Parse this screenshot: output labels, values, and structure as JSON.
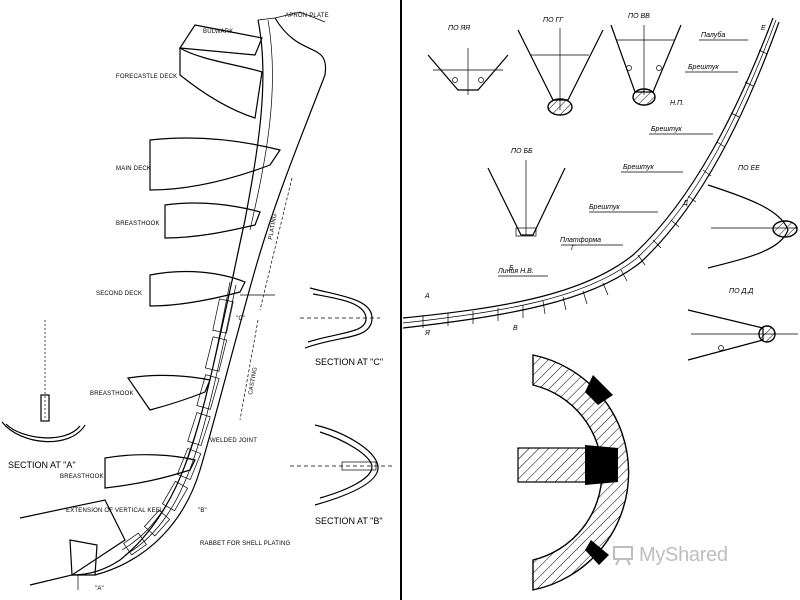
{
  "left": {
    "labels": {
      "bulwark": "BULWARK",
      "apron_plate": "APRON\nPLATE",
      "forecastle_deck": "FORECASTLE DECK",
      "main_deck": "MAIN DECK",
      "breasthook_1": "BREASTHOOK",
      "second_deck": "SECOND DECK",
      "breasthook_2": "BREASTHOOK",
      "breasthook_3": "BREASTHOOK",
      "extension": "EXTENSION OF\nVERTICAL KEEL",
      "welded_joint": "WELDED JOINT",
      "rabbet": "RABBET FOR\nSHELL PLATING",
      "plating": "PLATING",
      "casting": "CASTING",
      "marker_c": "\"C\"",
      "marker_b": "\"B\"",
      "marker_a": "\"A\""
    },
    "sections": {
      "a": "SECTION AT \"A\"",
      "b": "SECTION AT \"B\"",
      "c": "SECTION AT \"C\""
    }
  },
  "right": {
    "sections": {
      "yaya": "ПО ЯЯ",
      "gg": "ПО ГГ",
      "vv": "ПО ВВ",
      "bb": "ПО ББ",
      "ee": "ПО ЕЕ",
      "dd": "ПО Д,Д"
    },
    "labels": {
      "palub": "Палуба",
      "breshtuk_1": "Брештук",
      "np": "Н.П.",
      "breshtuk_2": "Брештук",
      "breshtuk_3": "Брештук",
      "breshtuk_4": "Брештук",
      "platforma": "Платформа",
      "liniya_nv": "Линия Н.В.",
      "e": "Е",
      "d": "Д",
      "g": "Г",
      "b": "Б",
      "a": "А",
      "v": "В",
      "ya": "Я"
    }
  },
  "watermark": {
    "text": "MyShared"
  }
}
